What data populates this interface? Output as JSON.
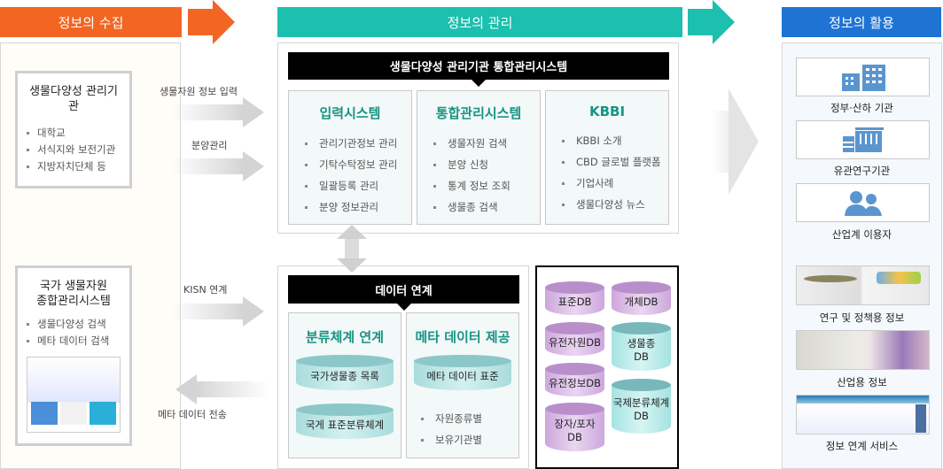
{
  "stages": {
    "collect": "정보의 수집",
    "manage": "정보의 관리",
    "use": "정보의 활용"
  },
  "collect": {
    "org_box": {
      "title": "생물다양성 관리기관",
      "items": [
        "대학교",
        "서식지와 보전기관",
        "지방자치단체 등"
      ]
    },
    "kisn_box": {
      "title_line1": "국가 생물자원",
      "title_line2": "종합관리시스템",
      "items": [
        "생물다양성 검색",
        "메타 데이터 검색"
      ]
    },
    "arrows": {
      "input": "생물자원 정보 입력",
      "distribution": "분양관리",
      "kisn": "KISN 연계",
      "meta_transfer": "메타 데이터 전송"
    }
  },
  "manage": {
    "integrated": {
      "title": "생물다양성 관리기관 통합관리시스템",
      "systems": [
        {
          "title": "입력시스템",
          "items": [
            "관리기관정보 관리",
            "기탁수탁정보 관리",
            "일괄등록 관리",
            "분양 정보관리"
          ]
        },
        {
          "title": "통합관리시스템",
          "items": [
            "생물자원 검색",
            "분양 신청",
            "통계 정보 조회",
            "생물종 검색"
          ]
        },
        {
          "title": "KBBI",
          "items": [
            "KBBI 소개",
            "CBD 글로벌 플랫폼",
            "기업사례",
            "생물다양성 뉴스"
          ]
        }
      ]
    },
    "data_link": {
      "title": "데이터 연계",
      "taxonomy": {
        "title": "분류체계 연계",
        "dbs": [
          "국가생물종 목록",
          "국게 표준분류체계"
        ]
      },
      "meta": {
        "title": "메타 데이터 제공",
        "db": "메타 데이터 표준",
        "items": [
          "자원종류별",
          "보유기관별"
        ]
      }
    },
    "databases": {
      "left": [
        "표준DB",
        "유전자원DB",
        "유전정보DB",
        "장자/포자\nDB"
      ],
      "right": [
        "개체DB",
        "생물종\nDB",
        "국제분류체계\nDB"
      ]
    }
  },
  "use": {
    "targets": [
      "정부·산하 기관",
      "유관연구기관",
      "산업계 이용자"
    ],
    "info": [
      "연구 및 정책용 정보",
      "산업용 정보",
      "정보 연계 서비스"
    ]
  },
  "colors": {
    "collect": "#f26522",
    "manage": "#1dbfae",
    "use": "#1f73d2",
    "accent_text": "#179484"
  }
}
